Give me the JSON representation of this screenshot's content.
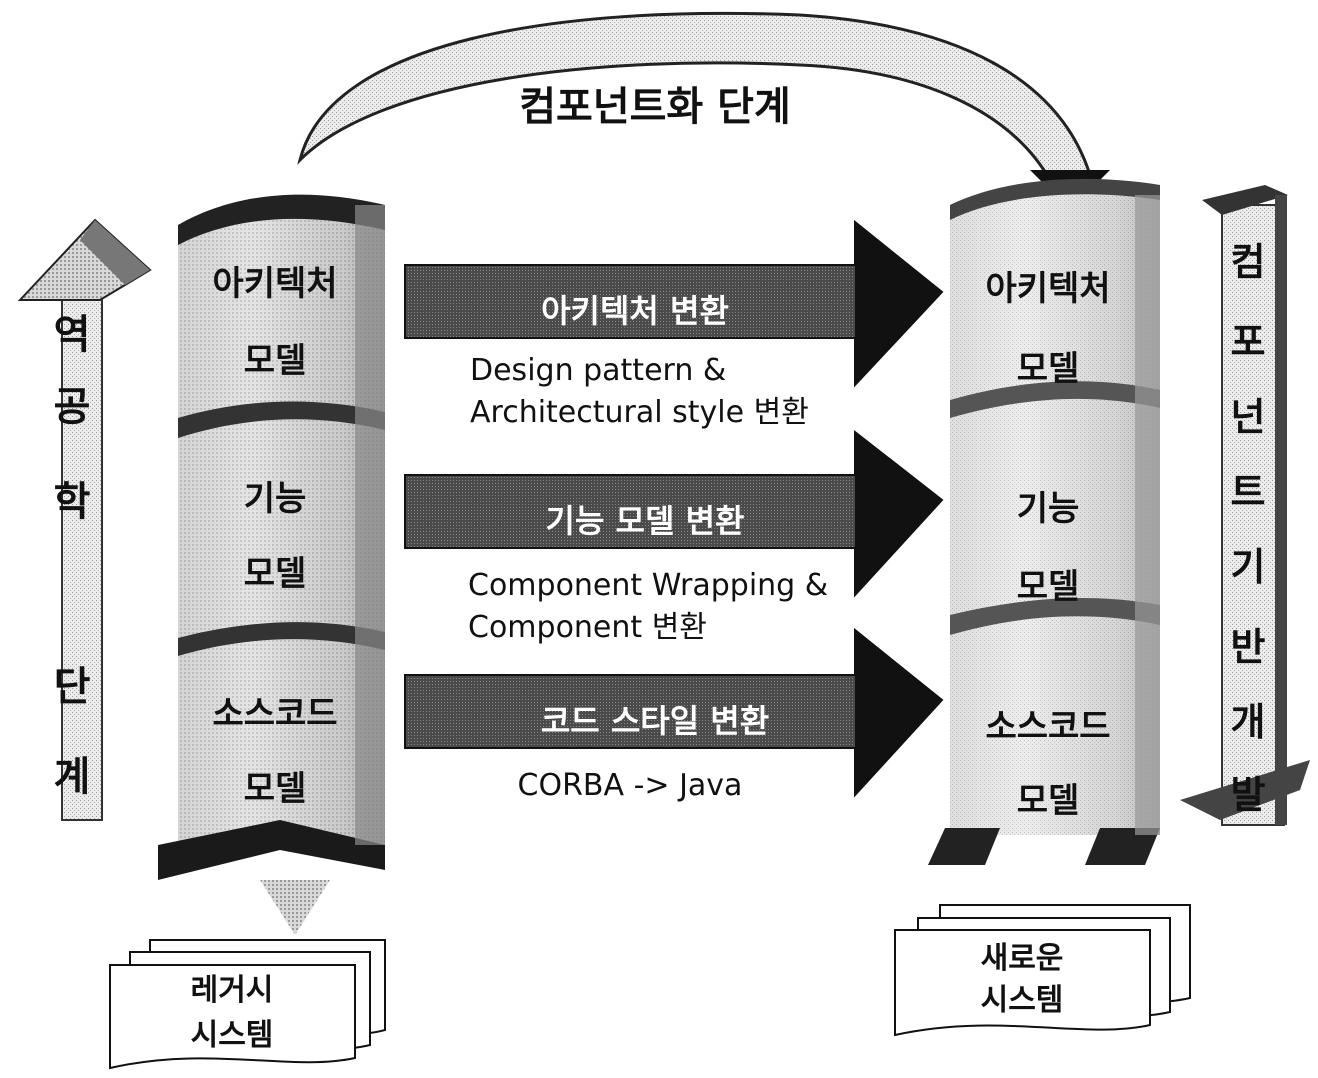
{
  "top_arc": {
    "label": "컴포넌트화 단계"
  },
  "left_vertical": {
    "chars": [
      "역",
      "공",
      "학",
      "단",
      "계"
    ]
  },
  "right_vertical": {
    "chars": [
      "컴",
      "포",
      "넌",
      "트",
      "기",
      "반",
      "개",
      "발"
    ]
  },
  "left_column": {
    "segments": [
      {
        "line1": "아키텍처",
        "line2": "모델"
      },
      {
        "line1": "기능",
        "line2": "모델"
      },
      {
        "line1": "소스코드",
        "line2": "모델"
      }
    ]
  },
  "right_column": {
    "segments": [
      {
        "line1": "아키텍처",
        "line2": "모델"
      },
      {
        "line1": "기능",
        "line2": "모델"
      },
      {
        "line1": "소스코드",
        "line2": "모델"
      }
    ]
  },
  "arrows": [
    {
      "label": "아키텍처 변환",
      "note1": "Design pattern &",
      "note2": "Architectural style 변환"
    },
    {
      "label": "기능 모델 변환",
      "note1": "Component Wrapping &",
      "note2": "Component 변환"
    },
    {
      "label": "코드 스타일 변환",
      "note1": "CORBA -> Java",
      "note2": ""
    }
  ],
  "legacy_doc": {
    "line1": "레거시",
    "line2": "시스템"
  },
  "new_doc": {
    "line1": "새로운",
    "line2": "시스템"
  }
}
